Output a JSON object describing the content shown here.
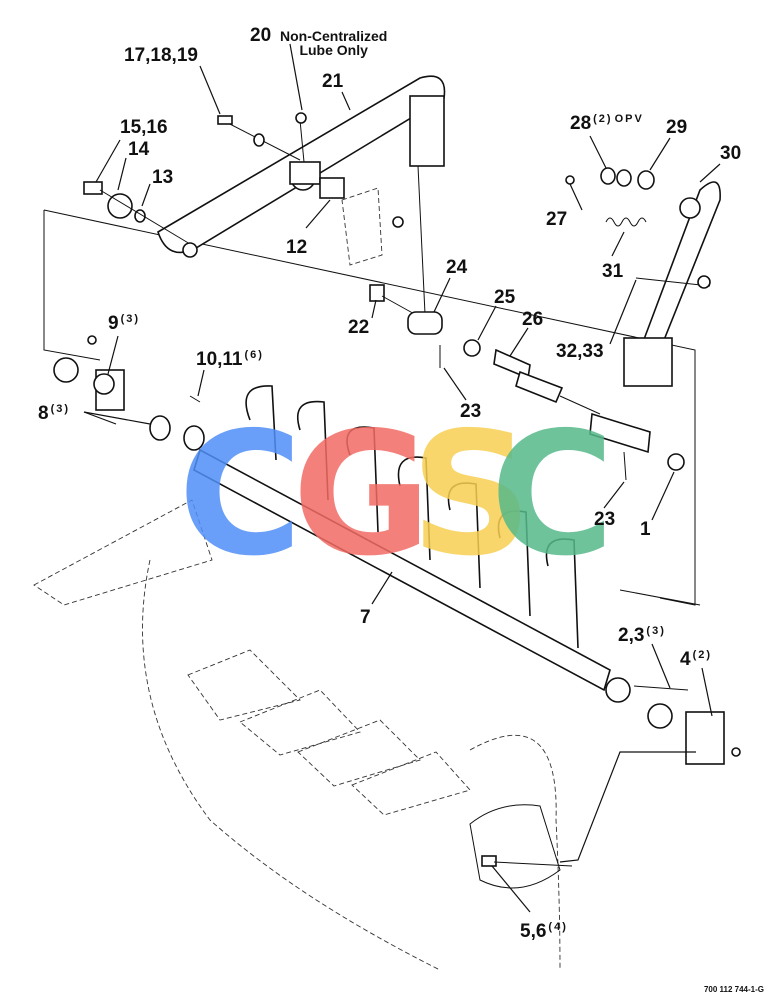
{
  "callouts": {
    "c1": "1",
    "c2_3": "2,3",
    "c2_3_qty": "(3)",
    "c4": "4",
    "c4_qty": "(2)",
    "c5_6": "5,6",
    "c5_6_qty": "(4)",
    "c7": "7",
    "c8": "8",
    "c8_qty": "(3)",
    "c9": "9",
    "c9_qty": "(3)",
    "c10_11": "10,11",
    "c10_11_qty": "(6)",
    "c12": "12",
    "c13": "13",
    "c14": "14",
    "c15_16": "15,16",
    "c17_18_19": "17,18,19",
    "c20": "20",
    "c20_note_line1": "Non-Centralized",
    "c20_note_line2": "Lube Only",
    "c21": "21",
    "c22": "22",
    "c23a": "23",
    "c23b": "23",
    "c24": "24",
    "c25": "25",
    "c26": "26",
    "c27": "27",
    "c28": "28",
    "c28_qty": "(2)",
    "c28_suffix": "OPV",
    "c29": "29",
    "c30": "30",
    "c31": "31",
    "c32_33": "32,33"
  },
  "document_number": "700 112 744-1-G",
  "watermark": {
    "letters": [
      "C",
      "G",
      "S",
      "C"
    ],
    "colors": [
      "#4f8ff7",
      "#f26b63",
      "#f7cf52",
      "#55b98a"
    ]
  }
}
